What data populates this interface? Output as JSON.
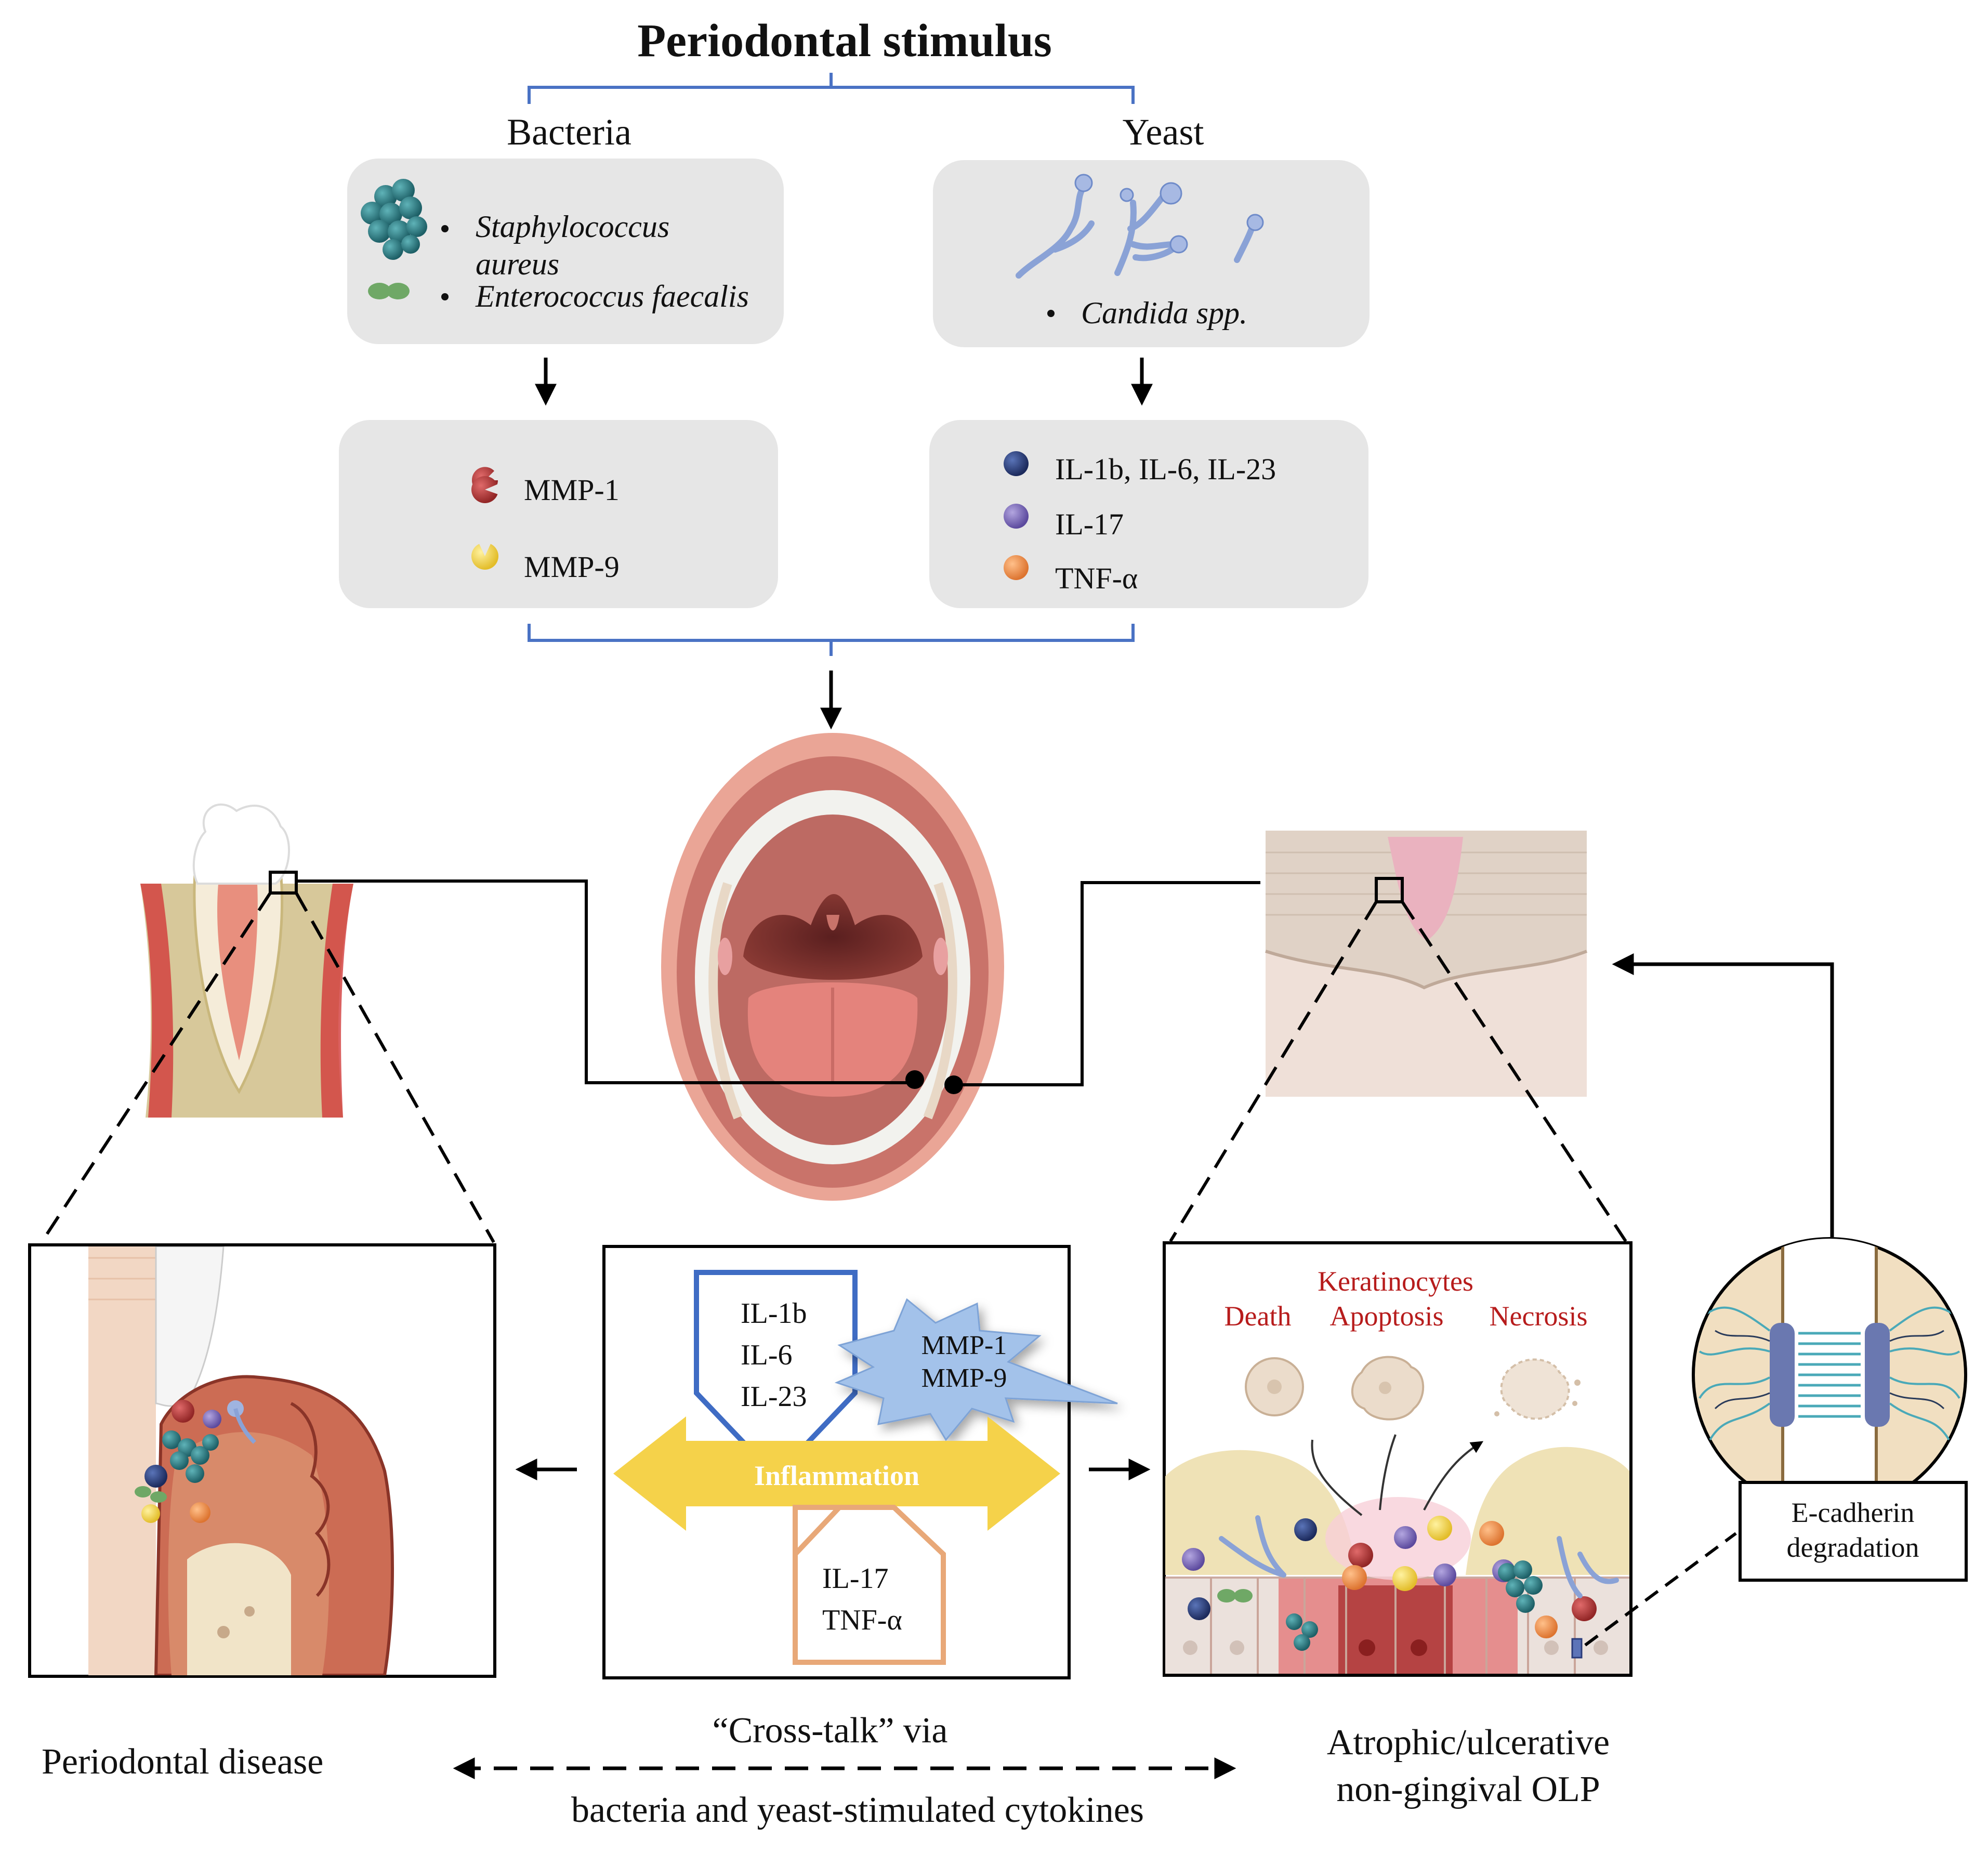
{
  "title": "Periodontal stimulus",
  "bacteria": {
    "heading": "Bacteria",
    "species": [
      "Staphylococcus",
      "aureus",
      "Enterococcus faecalis"
    ],
    "mediators": [
      "MMP-1",
      "MMP-9"
    ]
  },
  "yeast": {
    "heading": "Yeast",
    "species": "Candida spp.",
    "mediators": [
      "IL-1b, IL-6, IL-23",
      "IL-17",
      "TNF-α"
    ]
  },
  "center_panel": {
    "upper_cytokines": [
      "IL-1b",
      "IL-6",
      "IL-23"
    ],
    "mmp_burst": [
      "MMP-1",
      "MMP-9"
    ],
    "inflammation": "Inflammation",
    "lower_cytokines": [
      "IL-17",
      "TNF-α"
    ]
  },
  "olp_panel": {
    "keratinocytes": "Keratinocytes",
    "fates": [
      "Death",
      "Apoptosis",
      "Necrosis"
    ]
  },
  "ecadherin": [
    "E-cadherin",
    "degradation"
  ],
  "bottom": {
    "left": "Periodontal disease",
    "crosstalk_1": "“Cross-talk” via",
    "crosstalk_2": "bacteria and yeast-stimulated cytokines",
    "right_1": "Atrophic/ulcerative",
    "right_2": "non-gingival OLP"
  },
  "colors": {
    "bracket": "#4a72c4",
    "box_fill": "#e6e6e6",
    "mmp1": "#b83a3a",
    "mmp9": "#f0d44a",
    "il1b": "#22336b",
    "il17": "#7b68b8",
    "tnf": "#ec8f4a",
    "bacteria": "#2f7f86",
    "enterococcus": "#6fa866",
    "candida": "#8aa2d6",
    "inflammation": "#f5d24a",
    "keratinocyte_text": "#b71c1c"
  }
}
